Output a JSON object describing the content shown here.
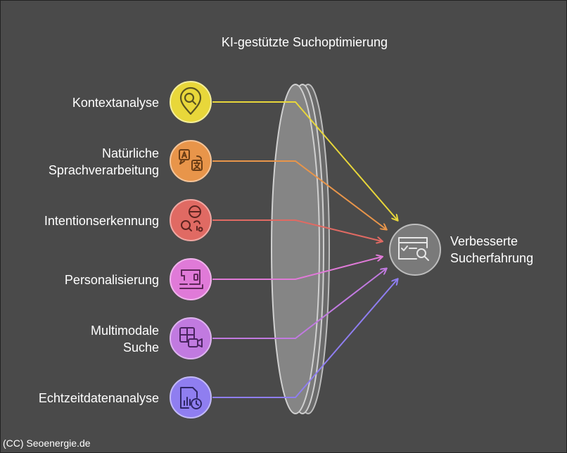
{
  "title": "KI-gestützte Suchoptimierung",
  "factors": [
    {
      "label_lines": [
        "Kontextanalyse"
      ],
      "color": "#e8d73a",
      "icon": "map-pin-search-icon"
    },
    {
      "label_lines": [
        "Natürliche",
        "Sprachverarbeitung"
      ],
      "color": "#e8954a",
      "icon": "translate-icon"
    },
    {
      "label_lines": [
        "Intentionserkennung"
      ],
      "color": "#e06a63",
      "icon": "person-search-icon"
    },
    {
      "label_lines": [
        "Personalisierung"
      ],
      "color": "#e07ad8",
      "icon": "sewing-machine-icon"
    },
    {
      "label_lines": [
        "Multimodale",
        "Suche"
      ],
      "color": "#c17ae0",
      "icon": "multimedia-video-icon"
    },
    {
      "label_lines": [
        "Echtzeitdatenanalyse"
      ],
      "color": "#8f7ef0",
      "icon": "chart-clock-icon"
    }
  ],
  "result": {
    "label_lines": [
      "Verbesserte",
      "Sucherfahrung"
    ],
    "color": "#9a9a9a",
    "icon": "search-browser-icon"
  },
  "credit": "(CC) Seoenergie.de"
}
